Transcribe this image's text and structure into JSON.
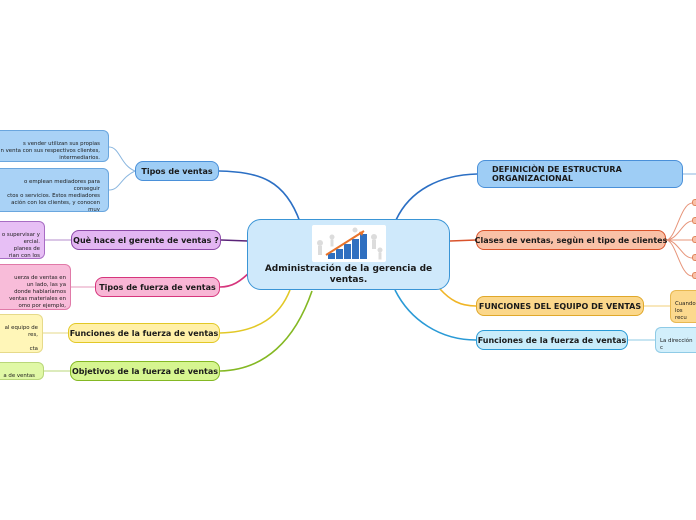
{
  "central": {
    "title": "Administración de la gerencia de ventas."
  },
  "left_branches": [
    {
      "label": "Tipos de ventas"
    },
    {
      "label": "Què hace el gerente de ventas ?"
    },
    {
      "label": "Tipos de fuerza de ventas"
    },
    {
      "label": "Funciones de la fuerza de ventas"
    },
    {
      "label": "Objetivos de la fuerza de ventas"
    }
  ],
  "right_branches": [
    {
      "label": "DEFINICIÒN DE ESTRUCTURA ORGANIZACIONAL"
    },
    {
      "label": "Clases de ventas, segùn el tipo de clientes"
    },
    {
      "label": "FUNCIONES DEL EQUIPO DE VENTAS"
    },
    {
      "label": "Funciones de la fuerza de ventas"
    }
  ],
  "notes": {
    "tipos_ventas_1": "s vender utilizan sus propias\nn venta con sus respectivos clientes,\nintermediarios.",
    "tipos_ventas_2": "o emplean mediadores para conseguir\nctos o servicios. Estos mediadores\nación con los clientes, y conocen muy\nmos según las ventas realizadas\nmás de su sueldo mensual.",
    "gerente": "o supervisar y\nercial.\nplanes de\nrian con los",
    "tipos_fuerza": "uerza de ventas en\n un lado, las ya\n donde hablaríamos\nventas materiales en\nomo por ejemplo,\nientes o CRM.",
    "funciones_fuerza": "al equipo de\nres,\n\ncta",
    "objetivos": "a de ventas",
    "funciones_equipo": "Cuando\nlos recu\ndisponi\nproduct",
    "funciones_fuerza_right": "La dirección c\nventas y esta\nlas funciones"
  },
  "colors": {
    "blue_node": "#9ecdf5",
    "purple_node": "#e3b6f2",
    "pink_node": "#f8b6d5",
    "yellow_node": "#fff0a8",
    "green_node": "#d6f590",
    "salmon_node": "#f9c1a7",
    "orange_node": "#fbd78a",
    "cyan_node": "#c9ecfa"
  }
}
